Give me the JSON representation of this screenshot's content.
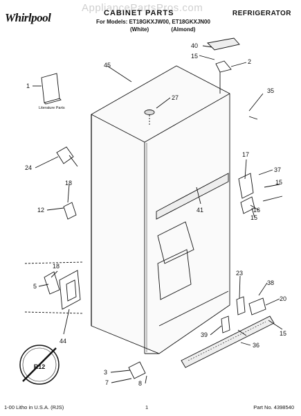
{
  "header": {
    "brand": "Whirlpool",
    "watermark": "AppliancePartsPros.com",
    "title": "CABINET PARTS",
    "category": "REFRIGERATOR",
    "models_line": "For Models: ET18GKXJW00, ET18GKXJN00",
    "colors": [
      "(White)",
      "(Almond)"
    ]
  },
  "literature_label": "Literature Parts",
  "seal_text": "R12",
  "callouts": [
    "1",
    "2",
    "3",
    "5",
    "7",
    "8",
    "12",
    "15",
    "15",
    "15",
    "15",
    "16",
    "17",
    "18",
    "18",
    "20",
    "23",
    "24",
    "27",
    "35",
    "36",
    "37",
    "38",
    "39",
    "40",
    "41",
    "44",
    "45"
  ],
  "footer": {
    "left": "1-00 Litho in U.S.A. (RJS)",
    "page": "1",
    "part_no": "Part No. 4398540"
  }
}
